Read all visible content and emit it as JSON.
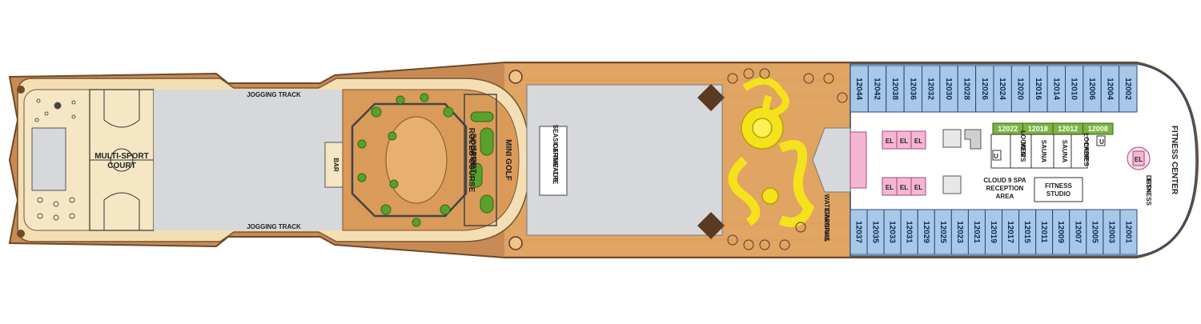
{
  "labels": {
    "multi_sport_court": [
      "MULTI-SPORT",
      "COURT"
    ],
    "jogging_track_top": "JOGGING TRACK",
    "jogging_track_bottom": "JOGGING TRACK",
    "bar": "BAR",
    "sport_square": [
      "SPORT",
      "SQUARE"
    ],
    "ropes_course": "ROPES COURSE",
    "mini_golf": "MINI GOLF",
    "seaside_theatre": [
      "CARNIVAL'S",
      "SEASIDE THEATRE"
    ],
    "waterworks": [
      "CARNIVAL",
      "WATERWORKS"
    ],
    "mens_locker": [
      "MEN'S",
      "LOCKER"
    ],
    "sauna_1": "SAUNA",
    "sauna_2": "SAUNA",
    "ladies_locker": [
      "LADIES",
      "LOCKER"
    ],
    "spa_reception": [
      "CLOUD 9 SPA",
      "RECEPTION",
      "AREA"
    ],
    "fitness_studio": [
      "FITNESS",
      "STUDIO"
    ],
    "fitness_desk": [
      "FITNESS",
      "DESK"
    ],
    "fitness_center": "FITNESS CENTER",
    "elevator": "EL",
    "stairs_marker": "U"
  },
  "cabins": {
    "top_row": [
      "12044",
      "12042",
      "12038",
      "12036",
      "12032",
      "12030",
      "12028",
      "12026",
      "12024",
      "12020",
      "12016",
      "12014",
      "12010",
      "12006",
      "12004",
      "12002"
    ],
    "bottom_row": [
      "12037",
      "12035",
      "12033",
      "12031",
      "12029",
      "12025",
      "12023",
      "12021",
      "12019",
      "12017",
      "12015",
      "12011",
      "12009",
      "12007",
      "12005",
      "12003",
      "12001"
    ],
    "spa_suites": [
      "12022",
      "12018",
      "12012",
      "12008"
    ]
  },
  "colors": {
    "hull": "#c88a55",
    "wood_deck": "#e0a463",
    "sport_court": "#f6e7c4",
    "pool_area": "#d6d8db",
    "cabin_fill": "#a9c8e8",
    "cabin_border": "#25497b",
    "spa_suite": "#7cb341",
    "waterworks": "#f5e21c",
    "green_feature": "#5aa02c",
    "elevator": "#f4b6d2"
  }
}
